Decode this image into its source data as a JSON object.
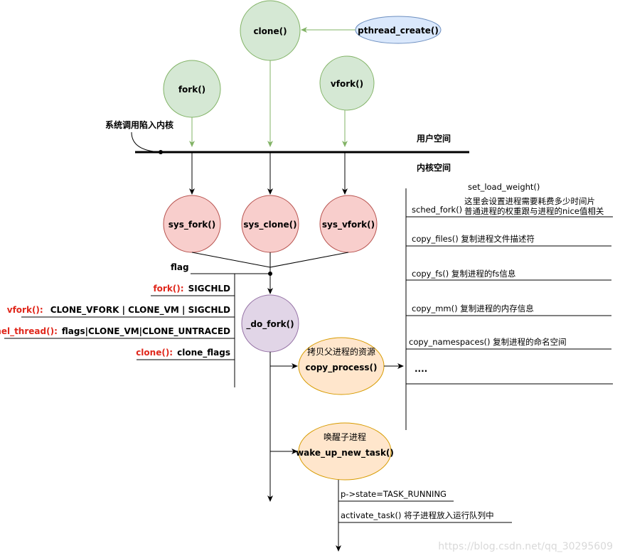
{
  "colors": {
    "green_fill": "#d5e8d4",
    "green_stroke": "#82b366",
    "blue_fill": "#dae8fc",
    "blue_stroke": "#6c8ebf",
    "red_fill": "#f8cecc",
    "red_stroke": "#b85450",
    "purple_fill": "#e1d5e7",
    "purple_stroke": "#9673a6",
    "orange_fill": "#ffe6cc",
    "orange_stroke": "#d79b00",
    "flag_red": "#e0271b"
  },
  "user_nodes": {
    "clone": "clone()",
    "pthread_create": "pthread_create()",
    "fork": "fork()",
    "vfork": "vfork()"
  },
  "syscall_label": "系统调用陷入内核",
  "user_space": "用户空间",
  "kernel_space": "内核空间",
  "sys_nodes": {
    "sys_fork": "sys_fork()",
    "sys_clone": "sys_clone()",
    "sys_vfork": "sys_vfork()"
  },
  "flag": {
    "title": "flag",
    "rows": [
      {
        "name": "fork():",
        "value": "SIGCHLD"
      },
      {
        "name": "vfork():",
        "value": "CLONE_VFORK | CLONE_VM | SIGCHLD"
      },
      {
        "name": "kernel_thread():",
        "value": "flags|CLONE_VM|CLONE_UNTRACED"
      },
      {
        "name": "clone():",
        "value": "clone_flags"
      }
    ]
  },
  "do_fork": "_do_fork()",
  "copy_process": {
    "caption": "拷贝父进程的资源",
    "name": "copy_process()"
  },
  "wake_up": {
    "caption": "唤醒子进程",
    "name": "wake_up_new_task()"
  },
  "copy_list": {
    "set_load_weight": "set_load_weight()",
    "sched_fork": "sched_fork()",
    "sched_note_1": "这里会设置进程需要耗费多少时间片",
    "sched_note_2": "普通进程的权重跟与进程的nice值相关",
    "copy_files": "copy_files()  复制进程文件描述符",
    "copy_fs": "copy_fs()    复制进程的fs信息",
    "copy_mm": "copy_mm()    复制进程的内存信息",
    "copy_namespaces": "copy_namespaces()    复制进程的命名空间",
    "more": "...."
  },
  "wake_list": {
    "state": "p->state=TASK_RUNNING",
    "activate": "activate_task() 将子进程放入运行队列中"
  },
  "watermark": "https://blog.csdn.net/qq_30295609"
}
